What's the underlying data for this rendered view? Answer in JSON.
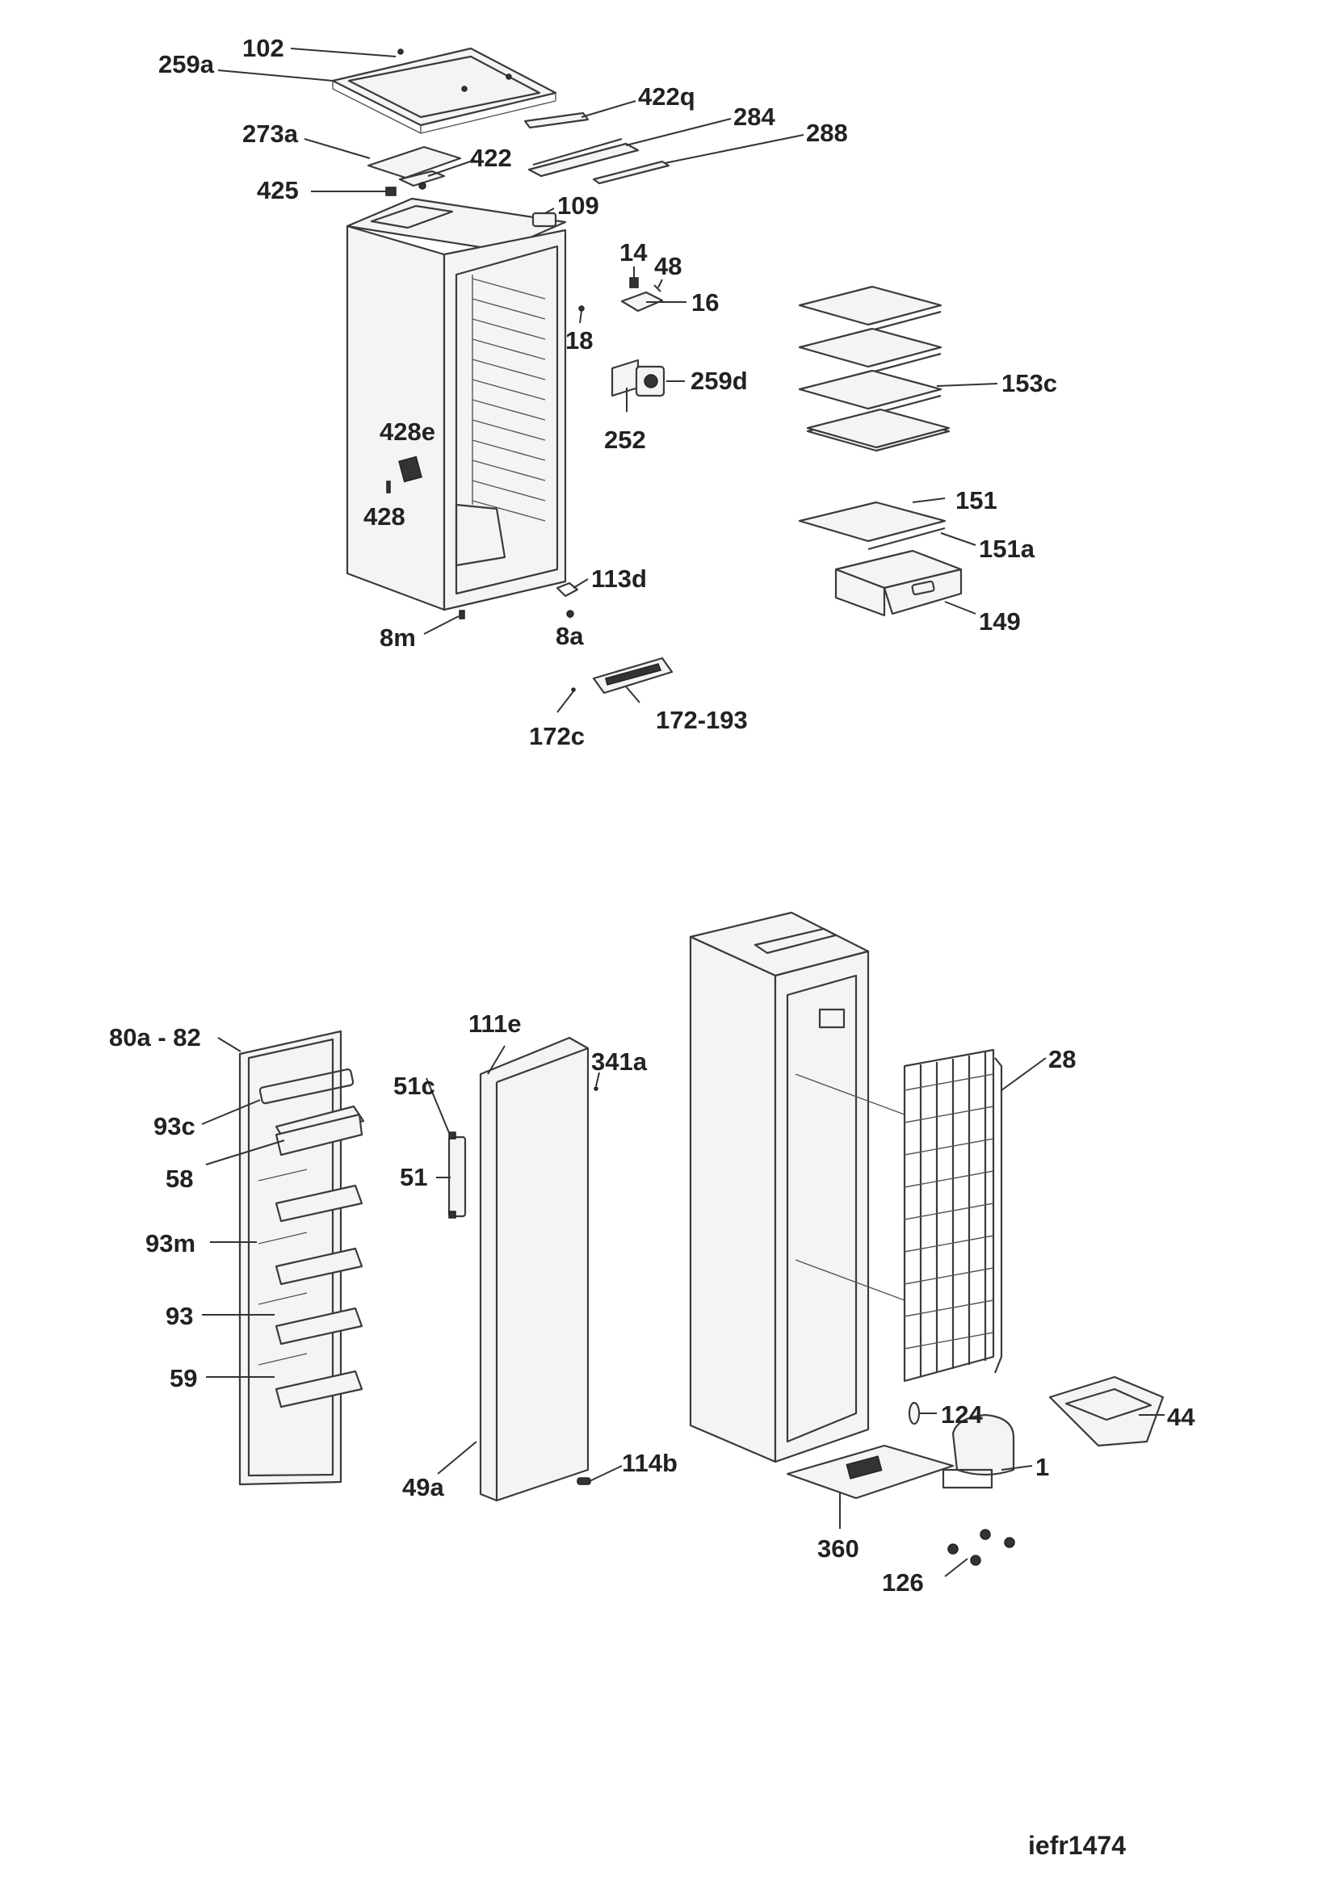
{
  "document_id": "iefr1474",
  "labels": {
    "l102": "102",
    "l259a": "259a",
    "l422q": "422q",
    "l284": "284",
    "l288": "288",
    "l273a": "273a",
    "l422": "422",
    "l425": "425",
    "l109": "109",
    "l14": "14",
    "l48": "48",
    "l16": "16",
    "l18": "18",
    "l259d": "259d",
    "l252": "252",
    "l153c": "153c",
    "l428e": "428e",
    "l428": "428",
    "l151": "151",
    "l151a": "151a",
    "l149": "149",
    "l113d": "113d",
    "l8a": "8a",
    "l8m": "8m",
    "l172c": "172c",
    "l172_193": "172-193",
    "l80a_82": "80a - 82",
    "l93c": "93c",
    "l58": "58",
    "l93m": "93m",
    "l93": "93",
    "l59": "59",
    "l111e": "111e",
    "l341a": "341a",
    "l51c": "51c",
    "l51": "51",
    "l49a": "49a",
    "l114b": "114b",
    "l28": "28",
    "l124": "124",
    "l44": "44",
    "l1": "1",
    "l360": "360",
    "l126": "126"
  }
}
